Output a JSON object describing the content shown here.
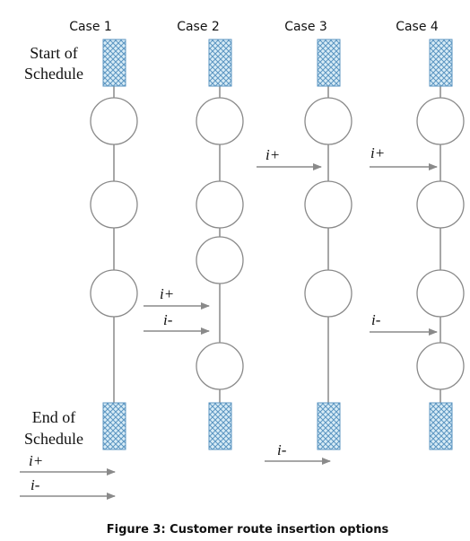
{
  "figure": {
    "caption": "Figure 3: Customer route insertion options",
    "labels": {
      "start_line1": "Start of",
      "start_line2": "Schedule",
      "end_line1": "End of",
      "end_line2": "Schedule"
    },
    "insertion_labels": {
      "pickup": "i+",
      "dropoff": "i-"
    },
    "colors": {
      "line": "#8a8a8a",
      "circle_stroke": "#8a8a8a",
      "depot_fill": "#d8ecf6",
      "depot_hatch": "#5b95c1",
      "arrow": "#8a8a8a"
    },
    "cases": [
      {
        "title": "Case 1",
        "stop_count": 3
      },
      {
        "title": "Case 2",
        "stop_count": 4
      },
      {
        "title": "Case 3",
        "stop_count": 3
      },
      {
        "title": "Case 4",
        "stop_count": 4
      }
    ]
  }
}
